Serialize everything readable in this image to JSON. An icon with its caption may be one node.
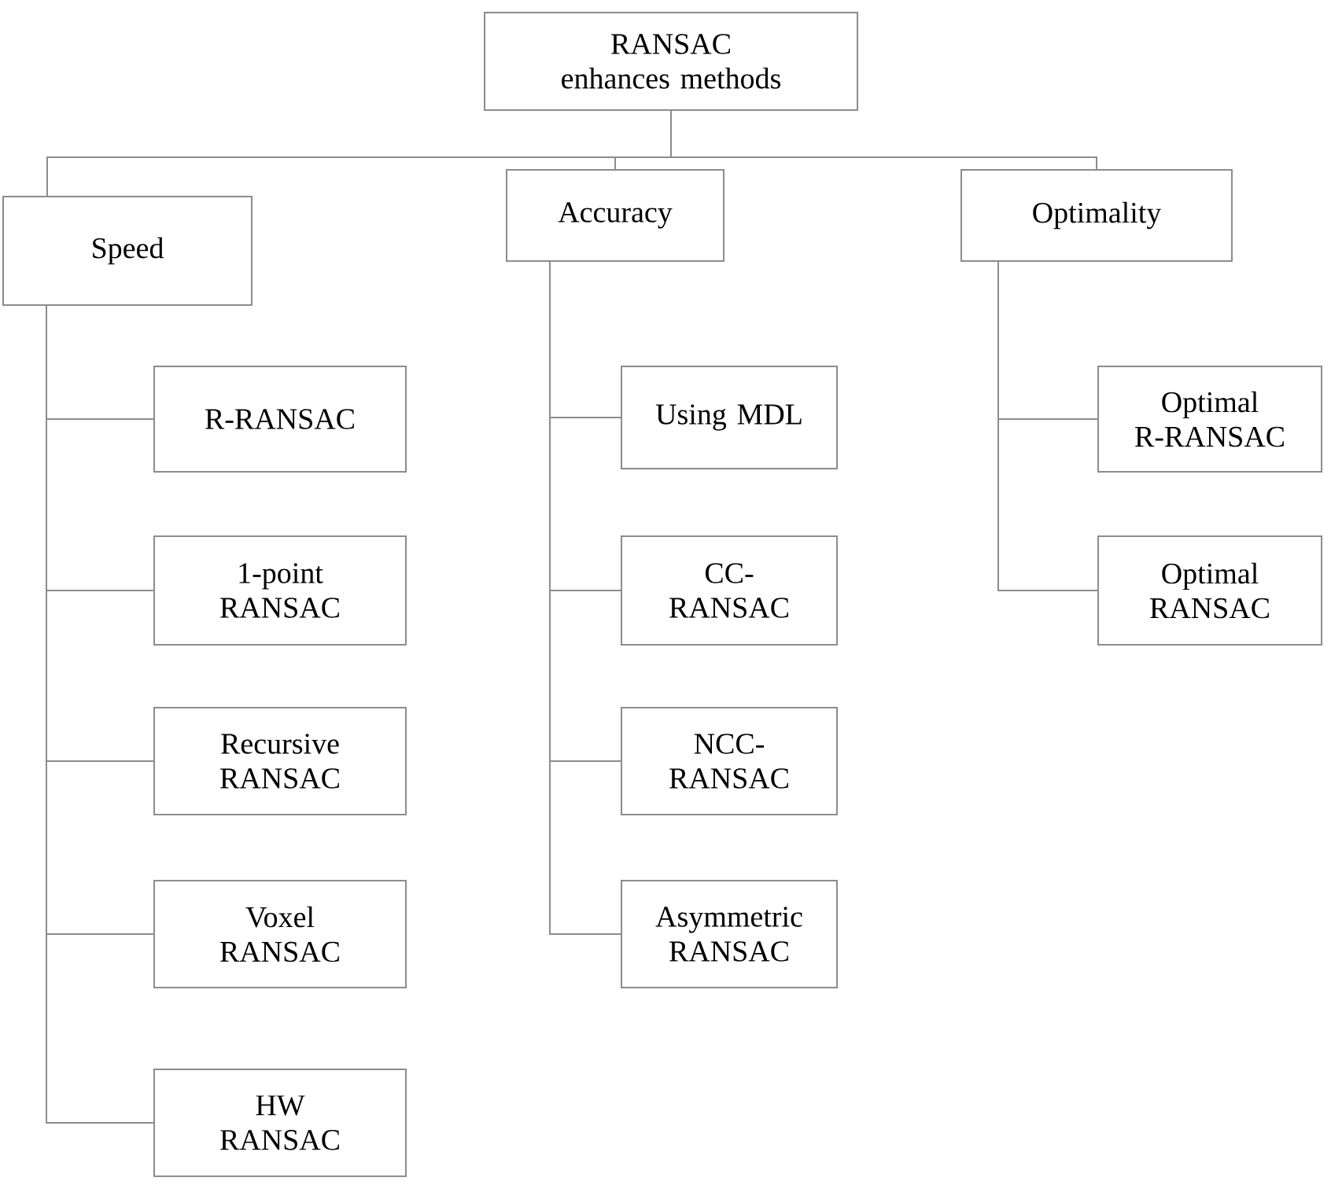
{
  "diagram": {
    "nodes": [
      {
        "text": [
          "RANSAC enhances methods"
        ]
      },
      {
        "text": [
          "Speed"
        ]
      },
      {
        "text": [
          "Accuracy"
        ]
      },
      {
        "text": [
          "Optimality"
        ]
      },
      {
        "text": [
          "R-RANSAC"
        ]
      },
      {
        "text": [
          "1-point RANSAC"
        ]
      },
      {
        "text": [
          "Recursive RANSAC"
        ]
      },
      {
        "text": [
          "Voxel RANSAC"
        ]
      },
      {
        "text": [
          "HW RANSAC"
        ]
      },
      {
        "text": [
          "Using MDL"
        ]
      },
      {
        "text": [
          "CC-RANSAC"
        ]
      },
      {
        "text": [
          "NCC-RANSAC"
        ]
      },
      {
        "text": [
          "Asymmetric RANSAC"
        ]
      },
      {
        "text": [
          "Optimal R-RANSAC"
        ]
      },
      {
        "text": [
          "Optimal RANSAC"
        ]
      }
    ],
    "edges": [
      {
        "from": 0,
        "to": 1,
        "arrow": "none"
      },
      {
        "from": 0,
        "to": 2,
        "arrow": "none"
      },
      {
        "from": 0,
        "to": 3,
        "arrow": "none"
      },
      {
        "from": 1,
        "to": 4,
        "arrow": "none"
      },
      {
        "from": 1,
        "to": 5,
        "arrow": "none"
      },
      {
        "from": 1,
        "to": 6,
        "arrow": "none"
      },
      {
        "from": 1,
        "to": 7,
        "arrow": "none"
      },
      {
        "from": 1,
        "to": 8,
        "arrow": "none"
      },
      {
        "from": 2,
        "to": 9,
        "arrow": "none"
      },
      {
        "from": 2,
        "to": 10,
        "arrow": "none"
      },
      {
        "from": 2,
        "to": 11,
        "arrow": "none"
      },
      {
        "from": 2,
        "to": 12,
        "arrow": "none"
      },
      {
        "from": 3,
        "to": 13,
        "arrow": "none"
      },
      {
        "from": 3,
        "to": 14,
        "arrow": "none"
      }
    ]
  }
}
